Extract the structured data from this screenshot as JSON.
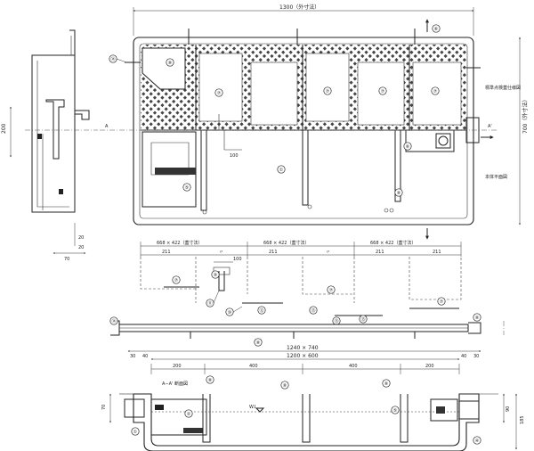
{
  "plan": {
    "dim_top": "1300（外寸法）",
    "dim_right": "700（外寸法）",
    "label_right": "標準点検蓋仕様図",
    "label_plan": "本体平面図",
    "dim_inner": "100",
    "dim_side": "200",
    "section_mark": "A",
    "section_mark_prime": "A'",
    "callouts": [
      {
        "n": "⑭"
      },
      {
        "n": "⑧"
      },
      {
        "n": "⑦"
      },
      {
        "n": "⑦"
      },
      {
        "n": "⑦"
      },
      {
        "n": "⑦"
      },
      {
        "n": "⑥"
      },
      {
        "n": "①"
      },
      {
        "n": "⑤"
      },
      {
        "n": "⑥"
      },
      {
        "n": "⑧"
      }
    ]
  },
  "side": {
    "dim_20a": "20",
    "dim_20b": "20",
    "dim_70": "70"
  },
  "lid": {
    "dims": [
      "668 × 422（蓋寸法）",
      "668 × 422（蓋寸法）",
      "668 × 422（蓋寸法）"
    ],
    "sub": [
      "211",
      "〃",
      "211",
      "〃",
      "211",
      "211"
    ],
    "dim_100": "100",
    "callouts": [
      {
        "n": "⑦"
      },
      {
        "n": "⑨"
      },
      {
        "n": "⑪"
      },
      {
        "n": "⑦"
      },
      {
        "n": "⑩"
      },
      {
        "n": "⑫"
      },
      {
        "n": "⑬"
      },
      {
        "n": "⑬"
      },
      {
        "n": "⑬"
      },
      {
        "n": "⑦"
      }
    ]
  },
  "frame": {
    "callouts": [
      {
        "n": "⑭"
      },
      {
        "n": "⑧"
      },
      {
        "n": "⑧"
      }
    ]
  },
  "section": {
    "dim_total": "1240 × 740",
    "dim_inner": "1200 × 600",
    "dim_30": "30",
    "dim_40a": "40",
    "dim_40b": "40",
    "dim_30b": "30",
    "spans": [
      "200",
      "400",
      "400",
      "200"
    ],
    "title": "A−A' 断面図",
    "water_level": "W.L.",
    "dim_70": "70",
    "dim_90": "90",
    "dim_185": "185",
    "callouts": [
      {
        "n": "⑧"
      },
      {
        "n": "⑧"
      },
      {
        "n": "⑧"
      },
      {
        "n": "②"
      },
      {
        "n": "⑤"
      },
      {
        "n": "①"
      },
      {
        "n": "④"
      }
    ]
  }
}
